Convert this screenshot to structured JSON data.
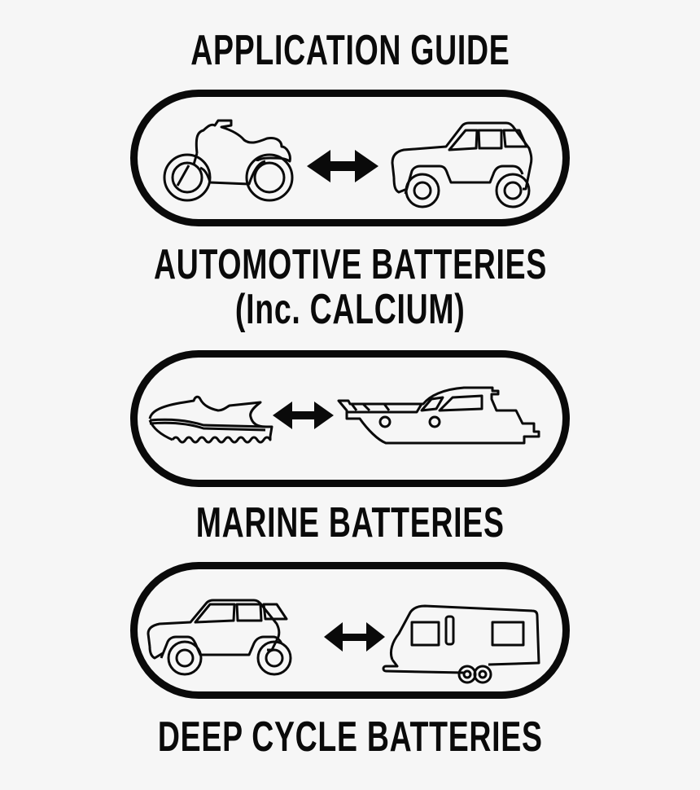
{
  "title": "APPLICATION GUIDE",
  "sections": [
    {
      "caption_line1": "AUTOMOTIVE BATTERIES",
      "caption_line2": "(Inc. CALCIUM)",
      "icons": [
        "motorcycle-icon",
        "double-arrow-icon",
        "suv-icon"
      ]
    },
    {
      "caption_line1": "MARINE BATTERIES",
      "icons": [
        "jet-ski-icon",
        "double-arrow-icon",
        "boat-icon"
      ]
    },
    {
      "caption_line1": "DEEP CYCLE BATTERIES",
      "icons": [
        "suv-icon",
        "double-arrow-icon",
        "caravan-icon"
      ]
    }
  ],
  "colors": {
    "background": "#f6f6f6",
    "ink": "#0a0a0a"
  }
}
